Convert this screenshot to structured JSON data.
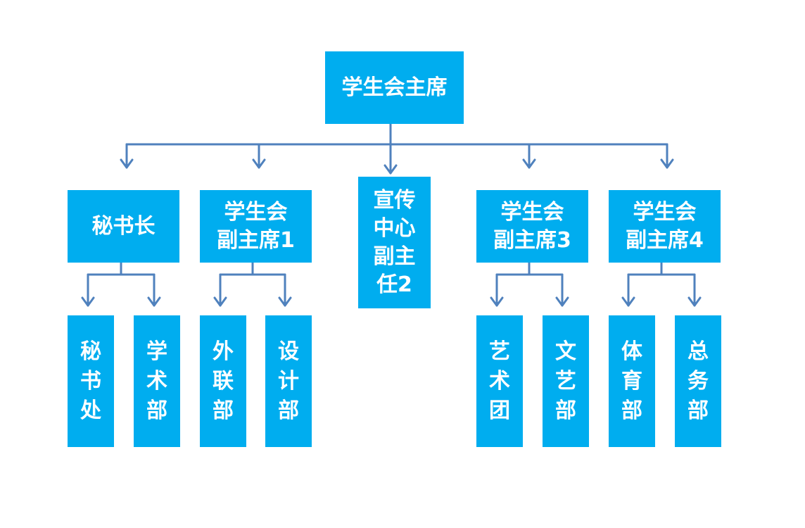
{
  "colors": {
    "box": "#00adef",
    "connector": "#4f81bd",
    "text": "#ffffff"
  },
  "root": {
    "label": "学生会主席"
  },
  "level2": [
    {
      "label": "秘书长"
    },
    {
      "label": "学生会\n副主席1"
    },
    {
      "label": "宣传\n中心\n副主\n任2"
    },
    {
      "label": "学生会\n副主席3"
    },
    {
      "label": "学生会\n副主席4"
    }
  ],
  "level3": [
    {
      "label": "秘\n书\n处"
    },
    {
      "label": "学\n术\n部"
    },
    {
      "label": "外\n联\n部"
    },
    {
      "label": "设\n计\n部"
    },
    {
      "label": "艺\n术\n团"
    },
    {
      "label": "文\n艺\n部"
    },
    {
      "label": "体\n育\n部"
    },
    {
      "label": "总\n务\n部"
    }
  ]
}
